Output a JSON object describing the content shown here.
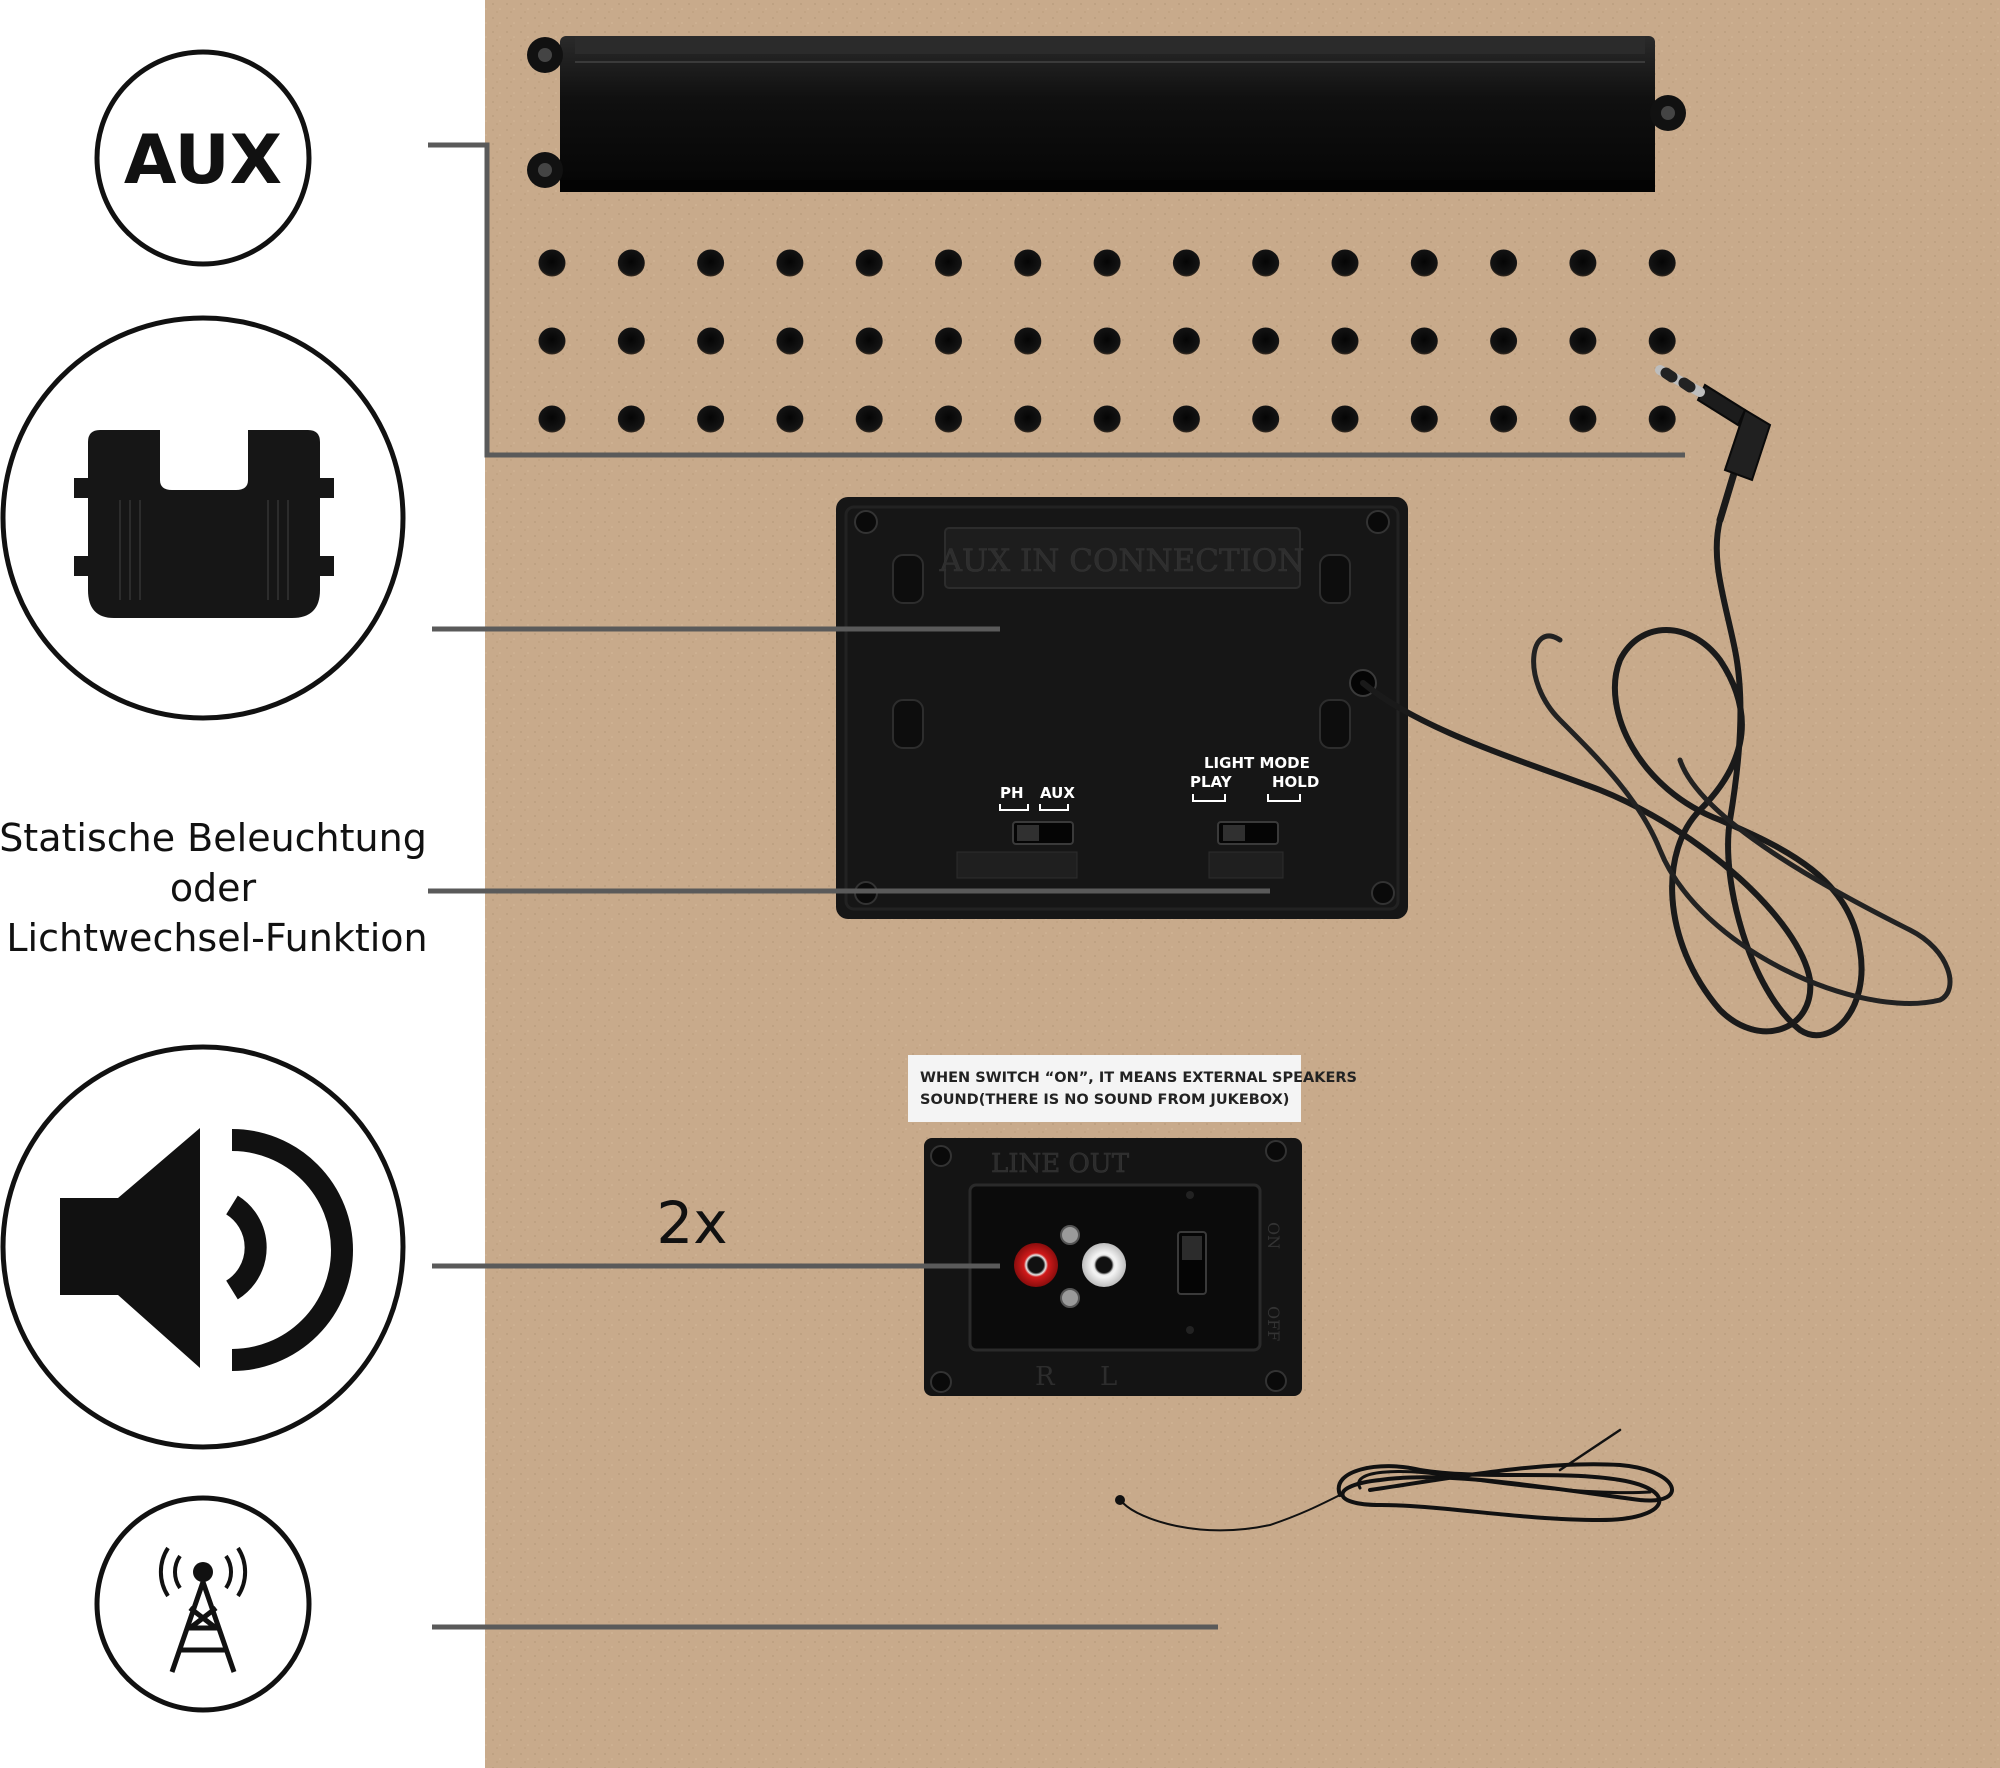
{
  "colors": {
    "board": "#c9ab8c",
    "board_dark": "#bfa083",
    "leader": "#5a5a5a",
    "plastic": "#151515",
    "icon": "#111111",
    "white": "#ffffff"
  },
  "icons": {
    "aux": {
      "name": "aux-badge-icon",
      "label": "AUX"
    },
    "holder": {
      "name": "cable-holder-icon"
    },
    "speaker": {
      "name": "speaker-icon"
    },
    "antenna": {
      "name": "antenna-icon"
    }
  },
  "captions": {
    "lighting_line1": "Statische Beleuchtung",
    "lighting_line2": "oder",
    "lighting_line3": "Lichtwechsel-Funktion",
    "count": "2x"
  },
  "aux_panel": {
    "plate_label": "AUX IN CONNECTION",
    "switch1_left": "PH",
    "switch1_right": "AUX",
    "switch2_title": "LIGHT  MODE",
    "switch2_left": "PLAY",
    "switch2_right": "HOLD"
  },
  "line_out_panel": {
    "sticker_line1": "WHEN SWITCH “ON”, IT MEANS EXTERNAL SPEAKERS",
    "sticker_line2": "SOUND(THERE IS NO SOUND FROM JUKEBOX)",
    "plate_label": "LINE OUT",
    "on_label": "ON",
    "off_label": "OFF",
    "right_label": "R",
    "left_label": "L"
  }
}
